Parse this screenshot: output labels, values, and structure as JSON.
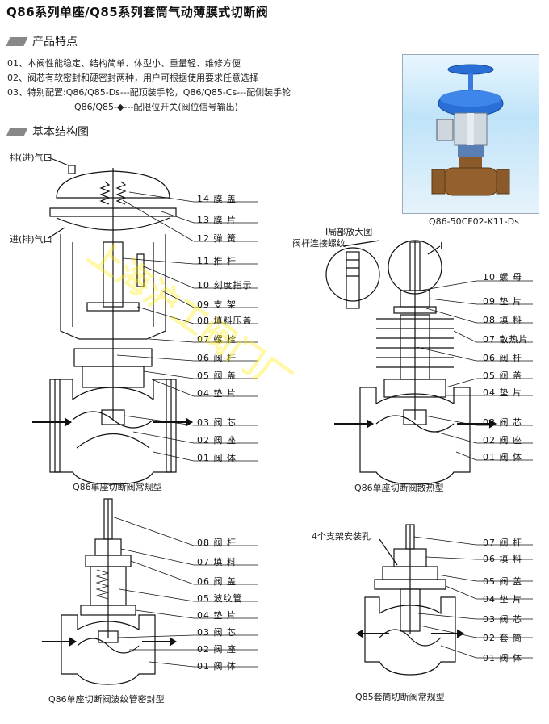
{
  "title": "Q86系列单座/Q85系列套筒气动薄膜式切断阀",
  "sections": {
    "features_heading": "产品特点",
    "structure_heading": "基本结构图"
  },
  "features": [
    "01、本阀性能稳定、结构简单、体型小、重量轻、维修方便",
    "02、阀芯有软密封和硬密封两种，用户可根据使用要求任意选择",
    "03、特别配置:Q86/Q85-Ds---配顶装手轮，Q86/Q85-Cs---配侧装手轮",
    "Q86/Q85-◆---配限位开关(阀位信号输出)"
  ],
  "photo_caption": "Q86-50CF02-K11-Ds",
  "diagram1": {
    "caption": "Q86单座切断阀常规型",
    "port_top": "排(进)气口",
    "port_bottom": "进(排)气口",
    "parts": [
      "14 膜    盖",
      "13 膜    片",
      "12 弹    簧",
      "11 推    杆",
      "10 刻度指示",
      "09 支    架",
      "08 填料压盖",
      "07 螺    栓",
      "06 阀    杆",
      "05 阀    盖",
      "04 垫    片",
      "03 阀    芯",
      "02 阀    座",
      "01 阀    体"
    ]
  },
  "diagram2": {
    "caption": "Q86单座切断阀散热型",
    "detail_label": "I局部放大图",
    "thread_label": "阀杆连接螺纹",
    "marker": "I",
    "parts": [
      "10 螺    母",
      "09 垫    片",
      "08 填    料",
      "07 散热片",
      "06 阀    杆",
      "05 阀    盖",
      "04 垫    片",
      "03 阀    芯",
      "02 阀    座",
      "01 阀    体"
    ]
  },
  "diagram3": {
    "caption": "Q86单座切断阀波纹管密封型",
    "parts": [
      "08 阀    杆",
      "07 填    料",
      "06 阀    盖",
      "05 波纹管",
      "04 垫    片",
      "03 阀    芯",
      "02 阀    座",
      "01 阀    体"
    ]
  },
  "diagram4": {
    "caption": "Q85套筒切断阀常规型",
    "holes_label": "4个支架安装孔",
    "parts": [
      "07 阀    杆",
      "06 填    料",
      "05 阀    盖",
      "04 垫    片",
      "03 阀    芯",
      "02 套    筒",
      "01 阀    体"
    ]
  },
  "watermark": "上海沪工阀门厂",
  "colors": {
    "text": "#222222",
    "watermark": "#ffe600",
    "photo_bg": "#bfe3f8",
    "actuator": "#2a6fd6",
    "body": "#8a5a2a"
  }
}
